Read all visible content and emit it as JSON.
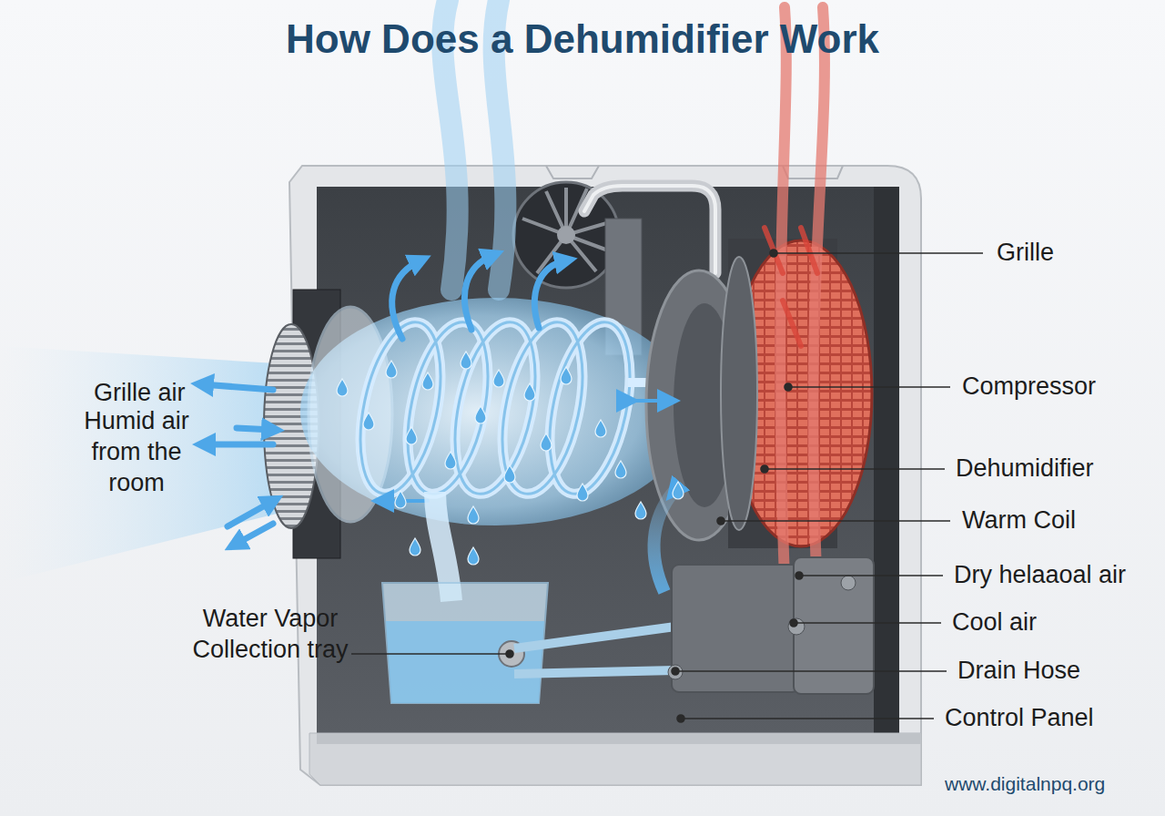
{
  "diagram": {
    "title": "How Does a Dehumidifier Work",
    "labels": [
      "Grille air",
      "Humid air from the room",
      "Water Vapor Collection tray",
      "Grille",
      "Compressor",
      "Dehumidifier",
      "Warm Coil",
      "Dry helaaoal air",
      "Cool air",
      "Drain Hose",
      "Control Panel",
      "www.digitalnpq.org"
    ]
  }
}
